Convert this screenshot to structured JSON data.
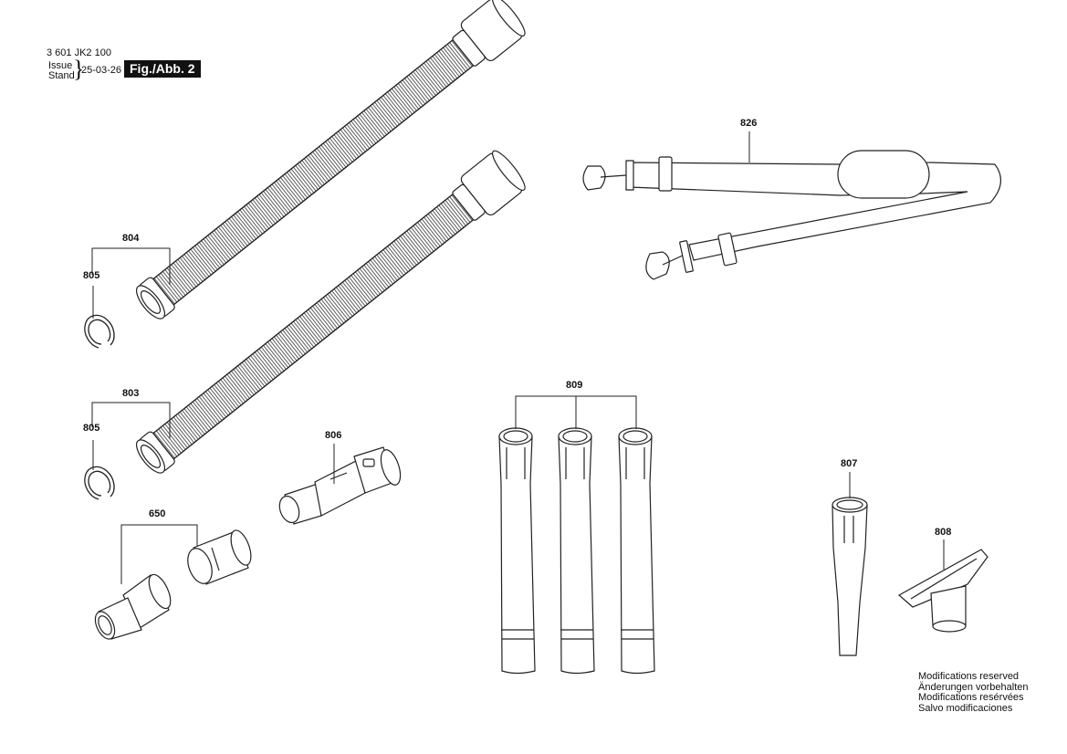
{
  "header": {
    "doc_number": "3 601 JK2 100",
    "issue_label": "Issue",
    "stand_label": "Stand",
    "date": "25-03-26",
    "figure": "Fig./Abb. 2"
  },
  "parts": [
    {
      "id": "804",
      "label": "804"
    },
    {
      "id": "805a",
      "label": "805"
    },
    {
      "id": "803",
      "label": "803"
    },
    {
      "id": "805b",
      "label": "805"
    },
    {
      "id": "650",
      "label": "650"
    },
    {
      "id": "806",
      "label": "806"
    },
    {
      "id": "809",
      "label": "809"
    },
    {
      "id": "826",
      "label": "826"
    },
    {
      "id": "807",
      "label": "807"
    },
    {
      "id": "808",
      "label": "808"
    }
  ],
  "footer": {
    "notes": [
      "Modifications reserved",
      "Änderungen vorbehalten",
      "Modifications resérvées",
      "Salvo modificaciones"
    ]
  }
}
